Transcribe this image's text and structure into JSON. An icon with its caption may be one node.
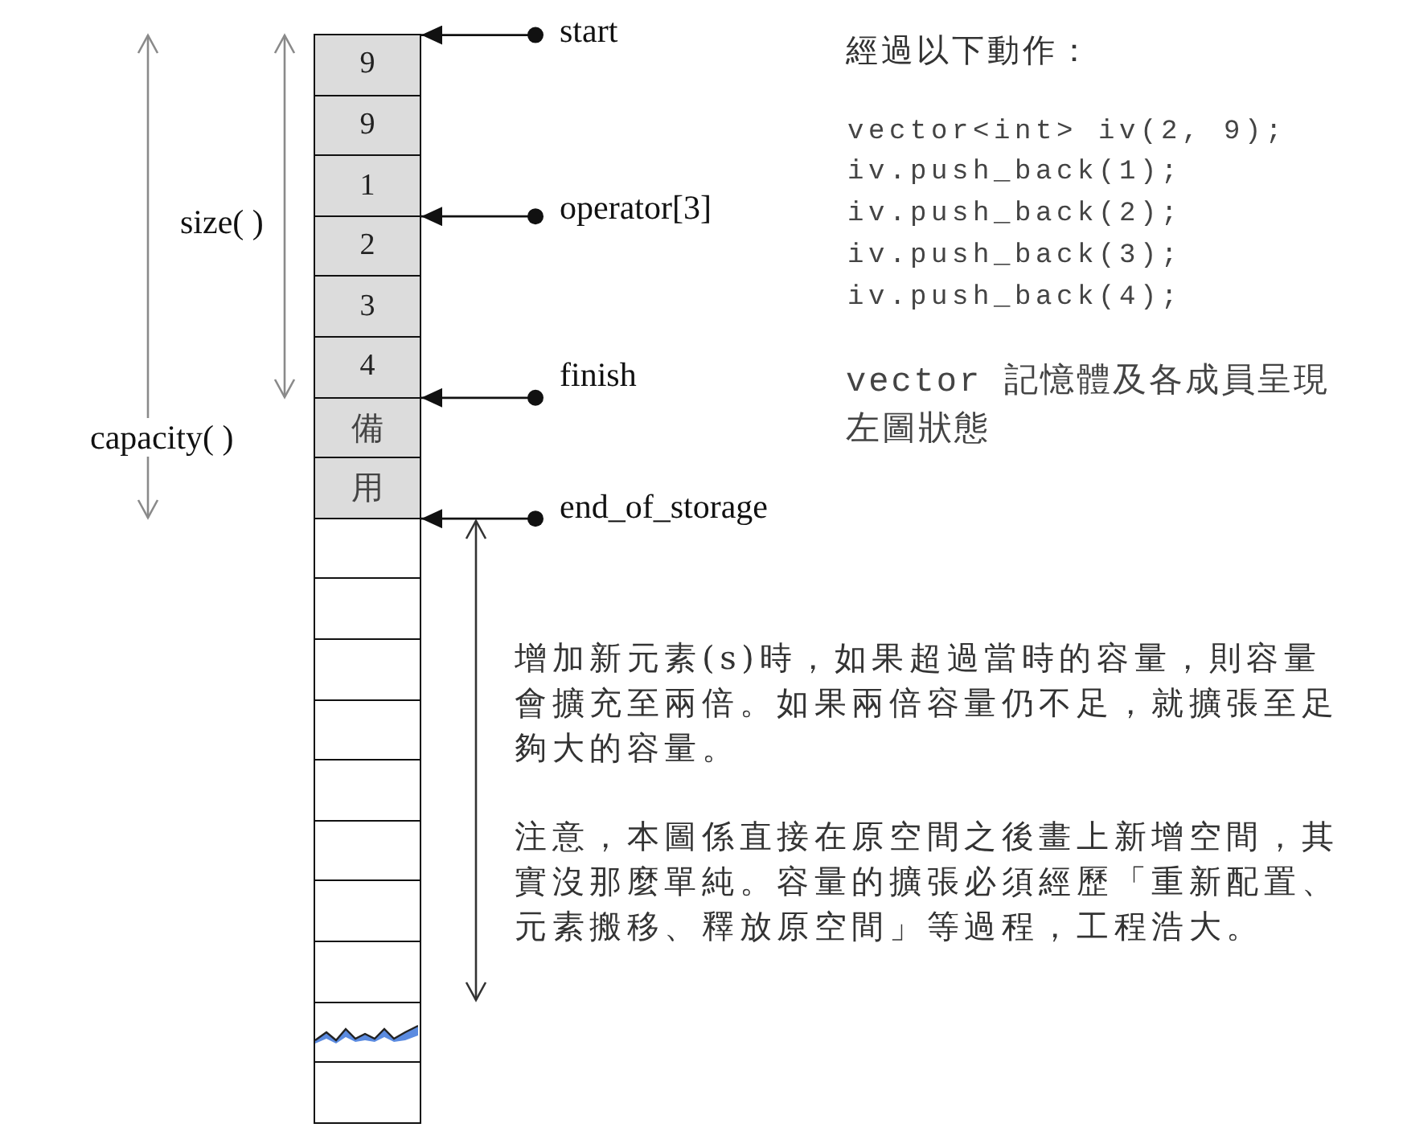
{
  "diagram": {
    "nodes": [
      {
        "text": [
          "9"
        ]
      },
      {
        "text": [
          "9"
        ]
      },
      {
        "text": [
          "1"
        ]
      },
      {
        "text": [
          "2"
        ]
      },
      {
        "text": [
          "3"
        ]
      },
      {
        "text": [
          "4"
        ]
      },
      {
        "text": [
          "備"
        ]
      },
      {
        "text": [
          "用"
        ]
      },
      {
        "text": [],
        "shape": "box"
      },
      {
        "text": [],
        "shape": "box"
      },
      {
        "text": [],
        "shape": "box"
      },
      {
        "text": [],
        "shape": "box"
      },
      {
        "text": [],
        "shape": "box"
      },
      {
        "text": [],
        "shape": "box"
      },
      {
        "text": [],
        "shape": "box"
      },
      {
        "text": [],
        "shape": "box"
      },
      {
        "text": [],
        "shape": "box"
      },
      {
        "text": [],
        "shape": "box"
      },
      {
        "text": [
          "start"
        ]
      },
      {
        "text": [
          "operator[3]"
        ]
      },
      {
        "text": [
          "finish"
        ]
      },
      {
        "text": [
          "end_of_storage"
        ]
      }
    ],
    "edges": [
      {
        "from": 18,
        "to": 0,
        "arrow": "to"
      },
      {
        "from": 19,
        "to": 3,
        "arrow": "to"
      },
      {
        "from": 20,
        "to": 6,
        "arrow": "to"
      },
      {
        "from": 21,
        "to": 8,
        "arrow": "to"
      }
    ],
    "labels": [
      "經過以下動作：",
      "vector<int> iv(2, 9);",
      "iv.push_back(1);",
      "iv.push_back(2);",
      "iv.push_back(3);",
      "iv.push_back(4);",
      "size( )",
      "vector 記憶體及各成員呈現左圖狀態",
      "capacity( )",
      "增加新元素(s)時，如果超過當時的容量，則容量會擴充至兩倍。如果兩倍容量仍不足，就擴張至足夠大的容量。",
      "注意，本圖係直接在原空間之後畫上新增空間，其實沒那麼單純。容量的擴張必須經歷「重新配置、元素搬移、釋放原空間」等過程，工程浩大。"
    ]
  }
}
